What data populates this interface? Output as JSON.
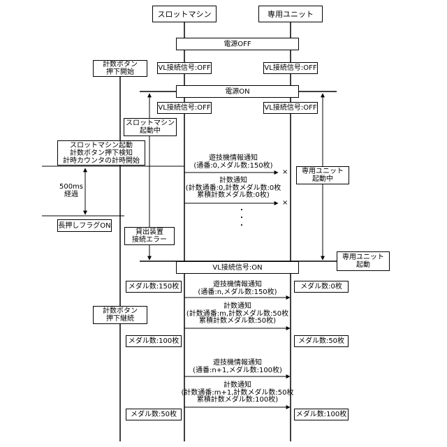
{
  "participants": {
    "slot": "スロットマシン",
    "unit": "専用ユニット"
  },
  "power_off": "電源OFF",
  "power_on": "電源ON",
  "vl_off": "VL接続信号:OFF",
  "vl_on": "VL接続信号:ON",
  "left_notes": {
    "press_start": [
      "計数ボタン",
      "押下開始"
    ],
    "slot_booting": [
      "スロットマシン",
      "起動中"
    ],
    "slot_started": [
      "スロットマシン起動",
      "計数ボタン押下検知",
      "計時カウンタの計時開始"
    ],
    "elapsed": [
      "500ms",
      "経過"
    ],
    "long_press_flag": "長押しフラグON",
    "dispenser_error": [
      "貸出装置",
      "接続エラー"
    ],
    "press_continue": [
      "計数ボタン",
      "押下継続"
    ]
  },
  "right_notes": {
    "unit_booting": [
      "専用ユニット",
      "起動中"
    ],
    "unit_started": [
      "専用ユニット",
      "起動"
    ]
  },
  "messages": {
    "info1": [
      "遊技機情報通知",
      "(通番:0,メダル数:150枚)"
    ],
    "count1": [
      "計数通知",
      "(計数通番:0,計数メダル数:0枚",
      "累積計数メダル数:0枚)"
    ],
    "ellipsis": [
      "・",
      "・",
      "・"
    ],
    "info2": [
      "遊技機情報通知",
      "(通番:n,メダル数:150枚)"
    ],
    "count2": [
      "計数通知",
      "(計数通番:m,計数メダル数:50枚",
      "累積計数メダル数:50枚)"
    ],
    "info3": [
      "遊技機情報通知",
      "(通番:n+1,メダル数:100枚)"
    ],
    "count3": [
      "計数通知",
      "(計数通番:m+1,計数メダル数:50枚",
      "累積計数メダル数:100枚)"
    ]
  },
  "lost_marker": "×",
  "medal_states": {
    "slot_1": "メダル数:150枚",
    "unit_1": "メダル数:0枚",
    "slot_2": "メダル数:100枚",
    "unit_2": "メダル数:50枚",
    "slot_3": "メダル数:50枚",
    "unit_3": "メダル数:100枚"
  }
}
